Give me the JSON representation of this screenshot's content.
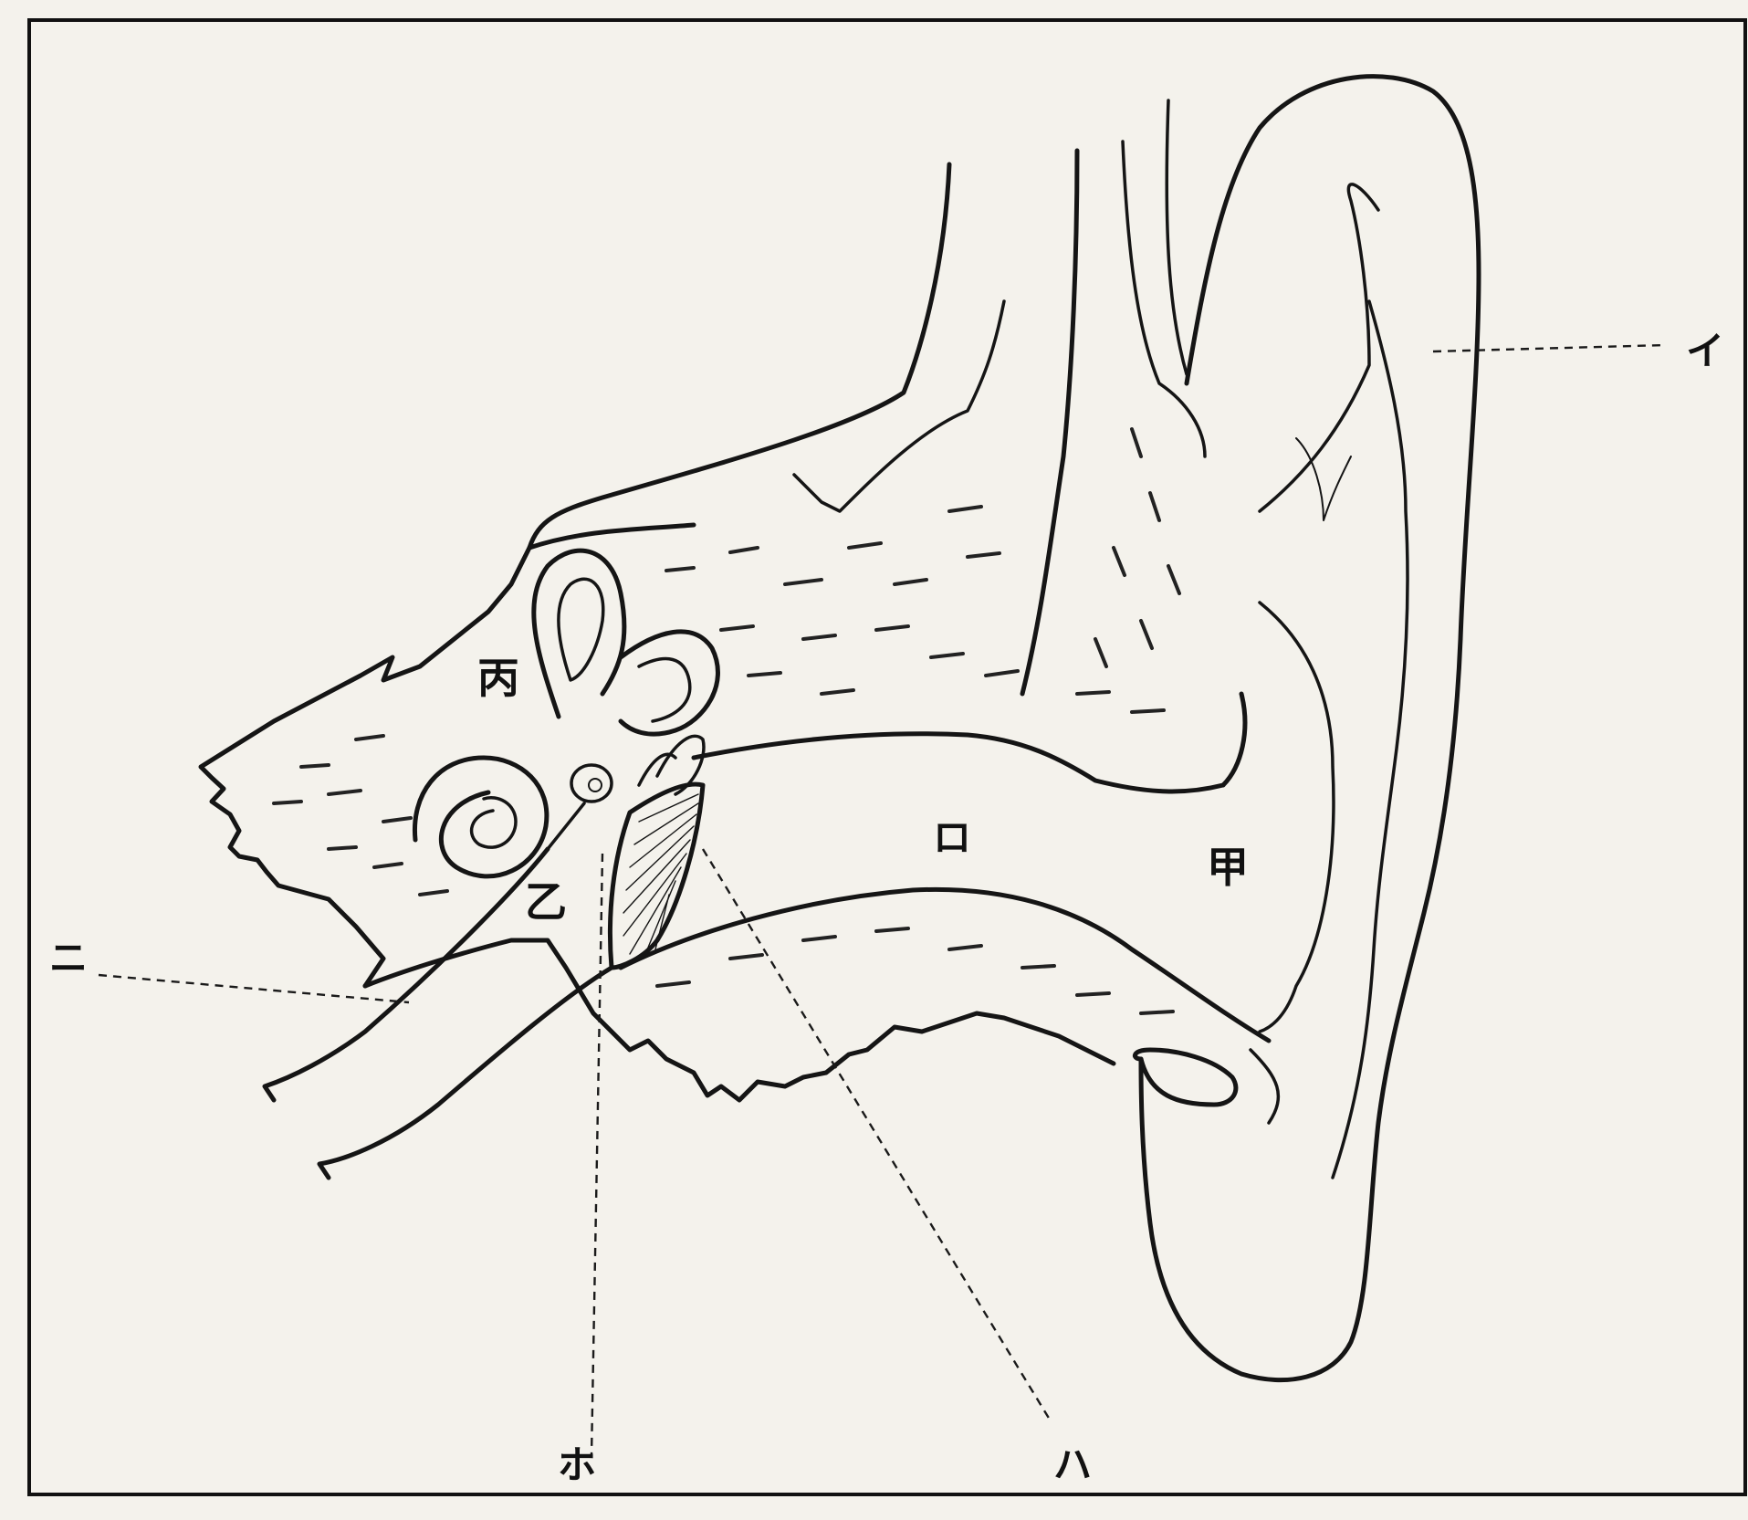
{
  "labels": {
    "kou": "甲",
    "otsu": "乙",
    "hei": "丙",
    "i": "イ",
    "ro": "ロ",
    "ha": "ハ",
    "ni": "ニ",
    "ho": "ホ"
  }
}
